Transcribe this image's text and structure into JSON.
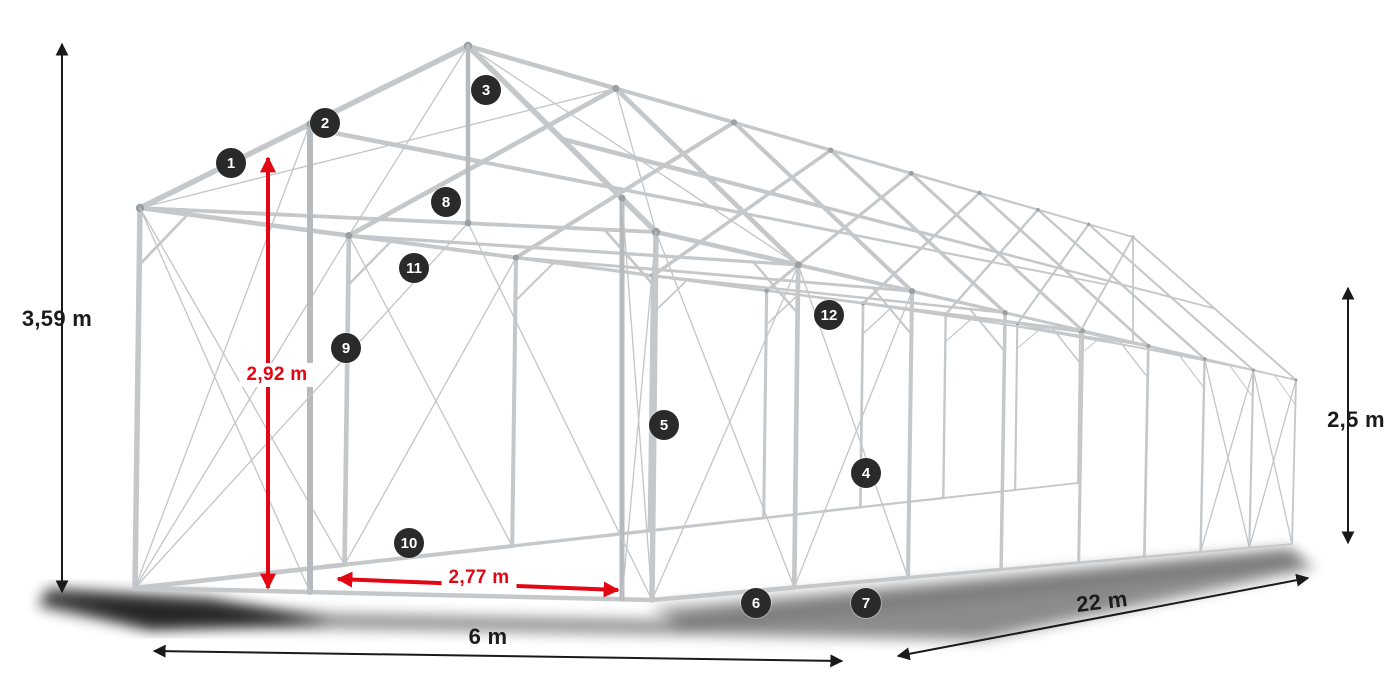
{
  "diagram": {
    "accent_color": "#e30613",
    "badge_color": "#2a2a2a",
    "frame_color": "#c5c8ca",
    "dimensions": {
      "total_height": "3,59 m",
      "door_height": "2,92 m",
      "door_width": "2,77 m",
      "width": "6 m",
      "length": "22 m",
      "side_height": "2,5 m"
    },
    "markers": [
      {
        "label": "1"
      },
      {
        "label": "2"
      },
      {
        "label": "3"
      },
      {
        "label": "4"
      },
      {
        "label": "5"
      },
      {
        "label": "6"
      },
      {
        "label": "7"
      },
      {
        "label": "8"
      },
      {
        "label": "9"
      },
      {
        "label": "10"
      },
      {
        "label": "11"
      },
      {
        "label": "12"
      }
    ]
  }
}
